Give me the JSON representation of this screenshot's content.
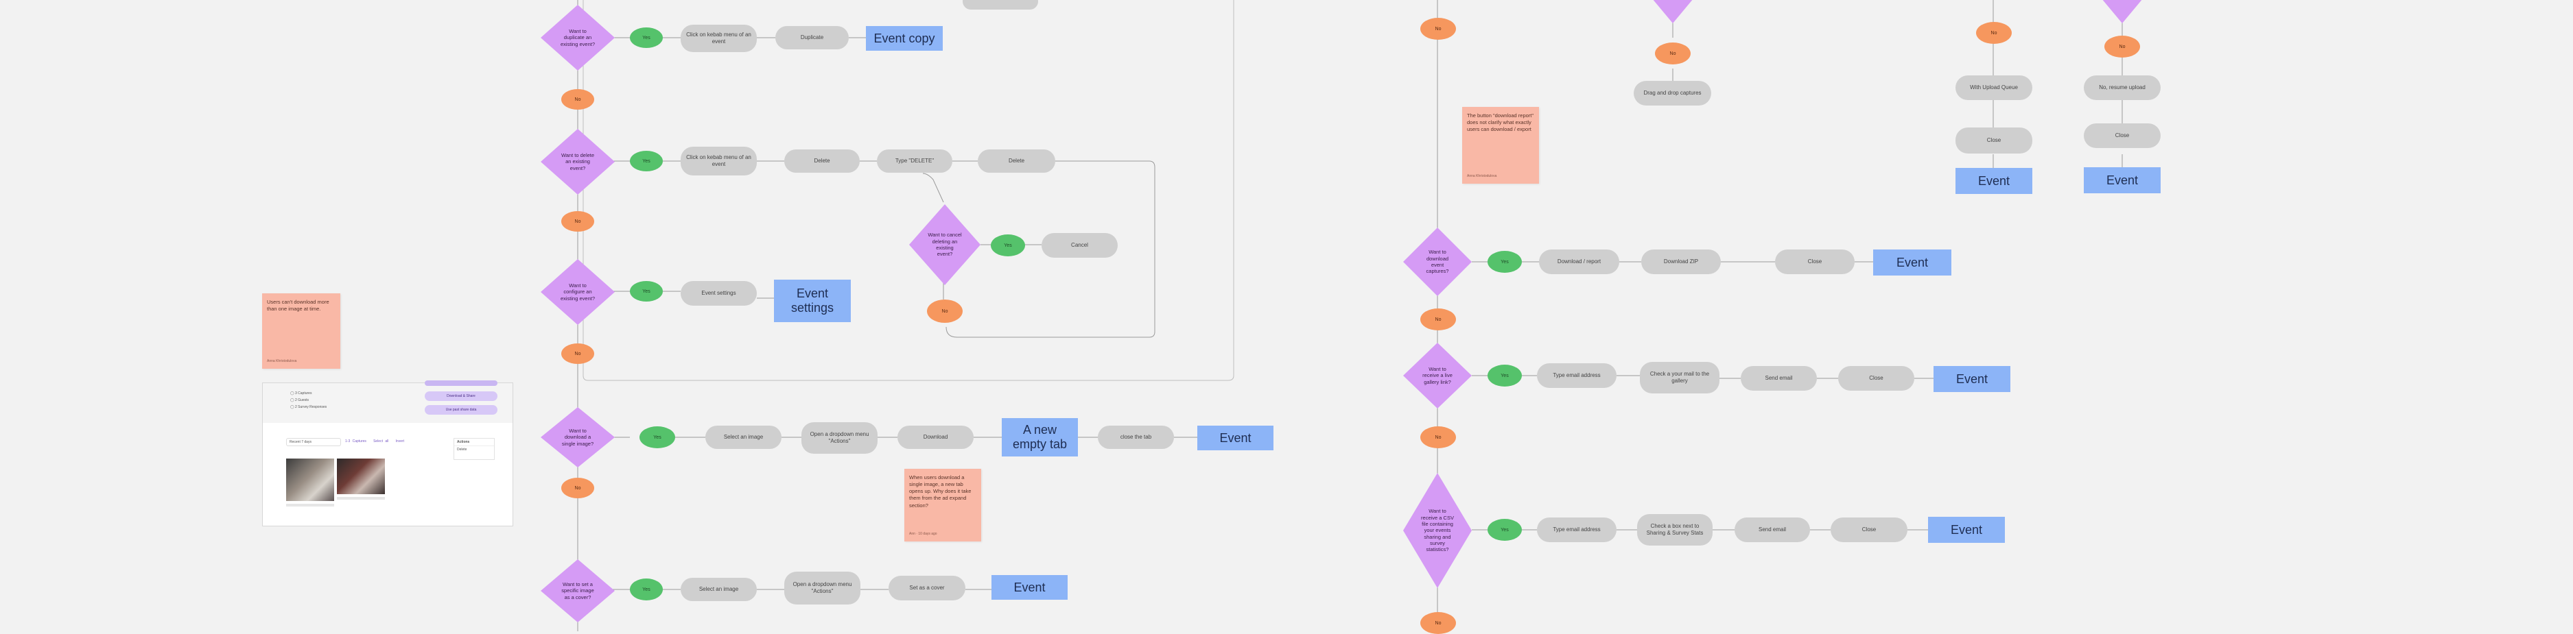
{
  "diagram": {
    "colors": {
      "canvas": "#f2f2f2",
      "decision": "#d59bf5",
      "step": "#cfcfcf",
      "event": "#8cb4f7",
      "yes": "#55c26b",
      "no": "#f6975e",
      "note": "#f9b8a6",
      "connector": "#9a9a9a"
    },
    "left_flow": {
      "decisions": {
        "duplicate": "Want to duplicate an existing event?",
        "delete": "Want to delete an existing event?",
        "cancel_delete": "Want to cancel deleting an existing event?",
        "configure": "Want to configure an existing event?",
        "download_single": "Want to download a single image?",
        "set_cover": "Want to set a specific image as a cover?"
      },
      "steps": {
        "dup_menu": "Click on kebab menu of an event",
        "duplicate": "Duplicate",
        "del_menu": "Click on kebab menu of an event",
        "delete": "Delete",
        "type_delete": "Type \"DELETE\"",
        "delete2": "Delete",
        "cancel": "Cancel",
        "event_settings": "Event settings",
        "select_image": "Select an image",
        "open_dropdown": "Open a dropdown menu \"Actions\"",
        "download": "Download",
        "close_tab": "close the tab",
        "select_image2": "Select an image",
        "open_dropdown2": "Open a dropdown menu \"Actions\"",
        "set_cover": "Set as a cover"
      },
      "events": {
        "event_copy": "Event copy",
        "event_settings": "Event settings",
        "new_tab": "A new empty tab",
        "event_dl": "Event",
        "event_cover": "Event"
      },
      "yes_label": "Yes",
      "no_label": "No"
    },
    "right_flow": {
      "decisions": {
        "download_report": "Want to download event captures?",
        "invite_gallery": "Want to receive a live gallery link?",
        "receive_csv": "Want to receive a CSV file containing your events sharing and survey statistics?"
      },
      "steps": {
        "drag_drop": "Drag and drop captures",
        "mid_upload": "With Upload Queue",
        "close_a": "Close",
        "no_resume": "No, resume upload",
        "close_b": "Close",
        "download_report": "Download / report",
        "download_zip": "Download ZIP",
        "close_c": "Close",
        "type_email": "Type email address",
        "check_inbox": "Check a your mail to the gallery",
        "send_email": "Send email",
        "close_d": "Close",
        "type_email2": "Type email address",
        "check_inbox2": "Check a box next to Sharing & Survey Stats",
        "send_email2": "Send email",
        "close_e": "Close"
      },
      "events": {
        "event_a": "Event",
        "event_b": "Event",
        "event_c": "Event",
        "event_d": "Event",
        "event_e": "Event"
      },
      "yes_label": "Yes",
      "no_label": "No"
    },
    "notes": {
      "left_note": {
        "text": "Users can't download more than one image at time.",
        "author": "Anna Khristodulova"
      },
      "mid_note": {
        "text": "When users download a single image, a new tab opens up. Why does it take them from the ad expand section?",
        "author": "Ann · 10 days ago"
      },
      "right_note": {
        "text": "The button \"download report\" does not clarify what exactly users can download / export",
        "author": "Anna Khristodulova"
      }
    },
    "screenshot": {
      "options": [
        "3 Captures",
        "2 Guests",
        "2 Survey Responses"
      ],
      "action_primary": "Download & Share",
      "action_secondary": "Use past share data",
      "tab_primary": "Recent 7 days",
      "tab_links": [
        "1-3 Captures",
        "Select all",
        "Invert"
      ],
      "menu_title": "Actions",
      "menu_item": "Delete"
    }
  }
}
